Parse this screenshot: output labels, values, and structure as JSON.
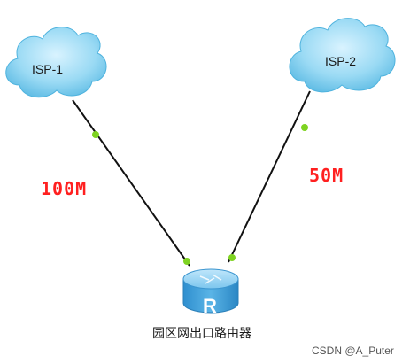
{
  "topology": {
    "nodes": {
      "isp1": {
        "label": "ISP-1",
        "icon": "cloud-icon"
      },
      "isp2": {
        "label": "ISP-2",
        "icon": "cloud-icon"
      },
      "router": {
        "caption": "园区网出口路由器",
        "icon_letter": "R",
        "icon": "router-icon"
      }
    },
    "links": {
      "isp1_router": {
        "bandwidth": "100M"
      },
      "isp2_router": {
        "bandwidth": "50M"
      }
    }
  },
  "watermark": "CSDN @A_Puter",
  "colors": {
    "cloud_fill": "#8fd3f0",
    "cloud_edge": "#4fb3de",
    "link": "#111111",
    "port_dot": "#7ed321",
    "bandwidth_text": "#ff2020",
    "router_fill": "#4aa8e0"
  }
}
